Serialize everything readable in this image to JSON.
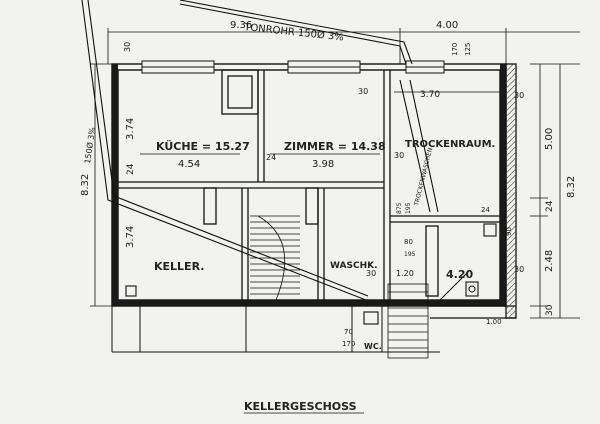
{
  "sheet": {
    "title": "KELLERGESCHOSS",
    "pipe_label_top": "TONROHR 150Ø 3%",
    "pipe_label_left": "150Ø 3%",
    "pipe_label_trocken": "TROCKENWASCHEN"
  },
  "rooms": {
    "kueche": "KÜCHE = 15.27",
    "zimmer": "ZIMMER = 14.38",
    "trockenraum": "TROCKENRAUM.",
    "keller": "KELLER.",
    "waschk": "WASCHK.",
    "wc": "WC.",
    "small_room": "4.20"
  },
  "dims": {
    "top_left": "9.36",
    "top_right": "4.00",
    "left_total": "8.32",
    "right_total": "8.32",
    "right_upper": "5.00",
    "right_mid": "24",
    "right_lower": "2.48",
    "right_bottom": "30",
    "left_upper": "3.74",
    "left_mid": "24",
    "left_lower": "3.74",
    "kueche_width": "4.54",
    "zimmer_width": "3.98",
    "wall_24": "24",
    "trocken_width": "3.70",
    "top_30": "30",
    "top_170": "170",
    "top_125": "125",
    "trocken_30_left": "30",
    "trocken_30_right": "30",
    "upper_30": "30",
    "opening_875": "875",
    "opening_195": "195",
    "opening_80": "80",
    "opening_195b": "195",
    "opening_120": "1.20",
    "wasch_30": "30",
    "wc_70": "70",
    "wc_170": "170",
    "bottom_100": "1.00",
    "side_30": "30",
    "small_90": "90",
    "small_24": "24"
  }
}
